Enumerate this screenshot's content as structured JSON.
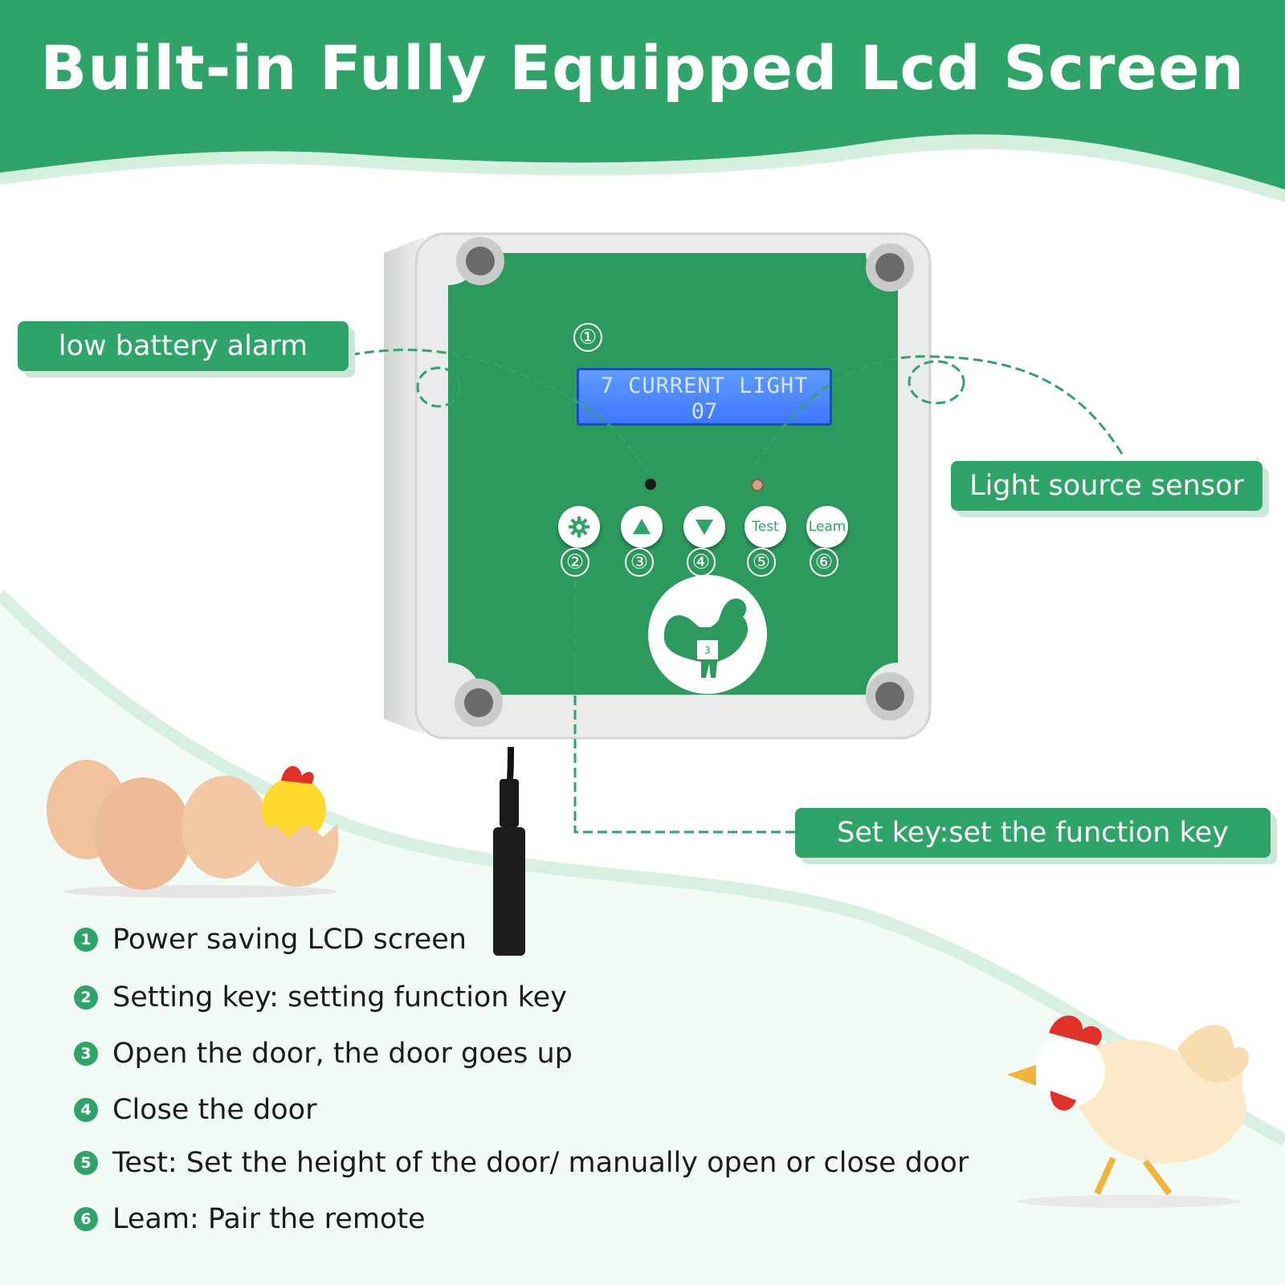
{
  "header": {
    "title": "Built-in Fully Equipped Lcd Screen"
  },
  "callouts": {
    "low_battery": "low battery alarm",
    "light_sensor": "Light source sensor",
    "set_key": "Set key:set the function key"
  },
  "device": {
    "lcd_marker": "①",
    "lcd_line1": "7 CURRENT LIGHT",
    "lcd_line2": "07",
    "keys": [
      {
        "number": "②",
        "label": "",
        "icon": "gear-icon"
      },
      {
        "number": "③",
        "label": "",
        "icon": "arrow-up-icon"
      },
      {
        "number": "④",
        "label": "",
        "icon": "arrow-down-icon"
      },
      {
        "number": "⑤",
        "label": "Test",
        "icon": ""
      },
      {
        "number": "⑥",
        "label": "Leam",
        "icon": ""
      }
    ],
    "logo": {
      "weight_label": "3"
    }
  },
  "features": [
    {
      "num": "1",
      "text": "Power saving LCD screen"
    },
    {
      "num": "2",
      "text": "Setting key: setting function key"
    },
    {
      "num": "3",
      "text": "Open the door, the door goes up"
    },
    {
      "num": "4",
      "text": "Close the door"
    },
    {
      "num": "5",
      "text": "Test: Set the height of the door/ manually open or close door"
    },
    {
      "num": "6",
      "text": "Leam: Pair the remote"
    }
  ],
  "colors": {
    "brand_green": "#2fa468",
    "light_green": "#d7f0e1",
    "lcd_blue": "#4a82ff",
    "housing": "#e8ebe9"
  }
}
